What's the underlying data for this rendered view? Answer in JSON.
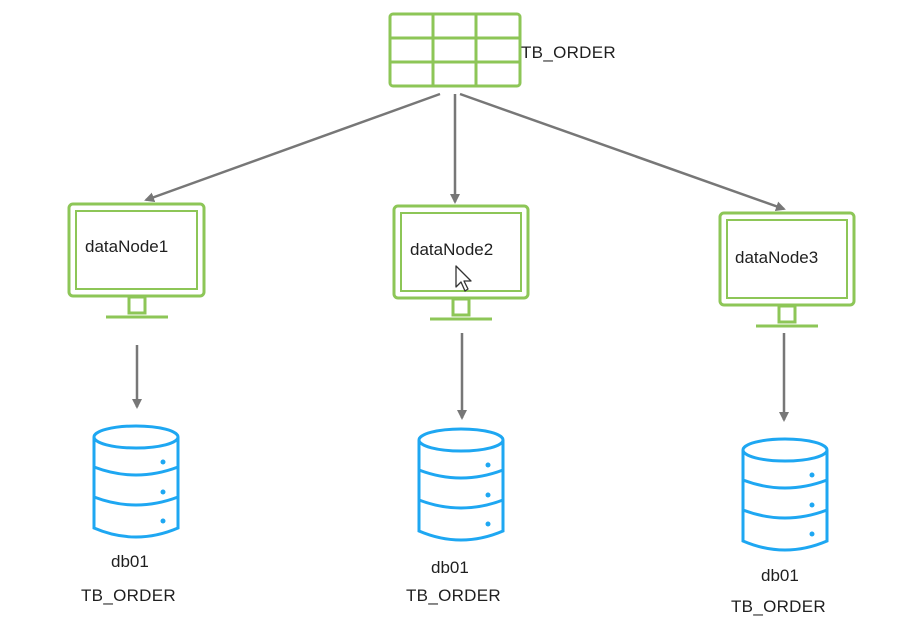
{
  "colors": {
    "node_green": "#8dc657",
    "db_blue": "#1ea7f2",
    "arrow_gray": "#777777",
    "text": "#1f1f1f"
  },
  "source_table": {
    "label": "TB_ORDER",
    "icon": "table-grid-icon"
  },
  "nodes": [
    {
      "label": "dataNode1",
      "icon": "monitor-icon",
      "db": {
        "name": "db01",
        "table": "TB_ORDER",
        "icon": "database-icon"
      }
    },
    {
      "label": "dataNode2",
      "icon": "monitor-icon",
      "db": {
        "name": "db01",
        "table": "TB_ORDER",
        "icon": "database-icon"
      }
    },
    {
      "label": "dataNode3",
      "icon": "monitor-icon",
      "db": {
        "name": "db01",
        "table": "TB_ORDER",
        "icon": "database-icon"
      }
    }
  ],
  "cursor": {
    "icon": "mouse-pointer-icon"
  }
}
